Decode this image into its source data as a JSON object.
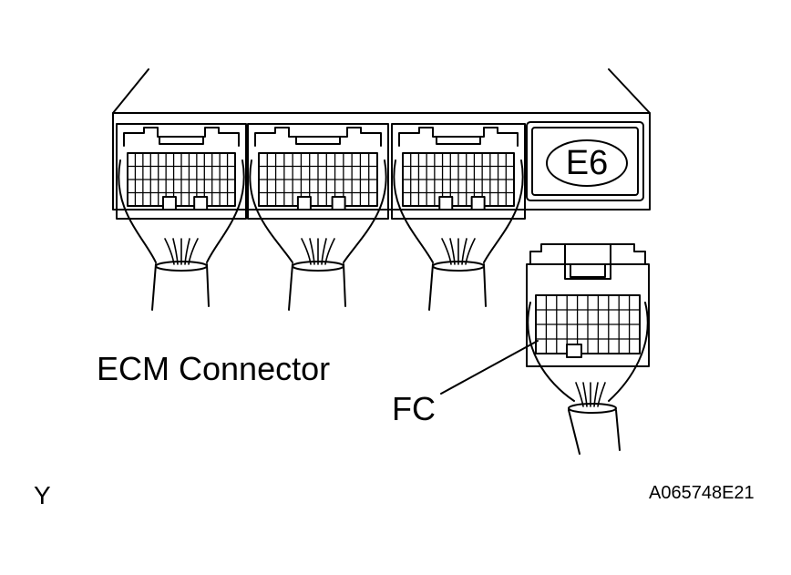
{
  "labels": {
    "ecm_connector": "ECM Connector",
    "fc": "FC",
    "e6": "E6",
    "orientation": "Y",
    "figure_code": "A065748E21"
  },
  "colors": {
    "stroke": "#000000",
    "background": "#ffffff"
  }
}
